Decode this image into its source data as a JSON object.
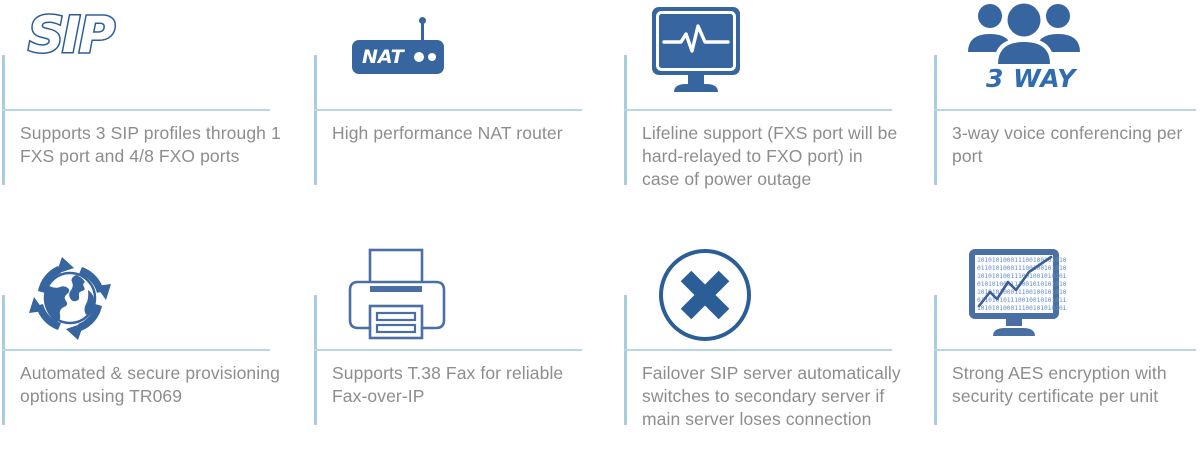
{
  "theme": {
    "icon_blue": "#36659f",
    "icon_blue_dark": "#2b5e96",
    "rule_blue": "#a9cddc",
    "text_gray": "#8d8d8d",
    "background": "#ffffff"
  },
  "features": [
    {
      "id": "sip-profiles",
      "icon": "sip-wordmark-icon",
      "icon_text": "SIP",
      "caption": "Supports 3 SIP profiles through 1 FXS port and 4/8 FXO ports"
    },
    {
      "id": "nat-router",
      "icon": "nat-router-icon",
      "icon_text": "NAT",
      "caption": "High performance NAT router"
    },
    {
      "id": "lifeline-support",
      "icon": "monitor-heartbeat-icon",
      "icon_text": "",
      "caption": "Lifeline support (FXS port will be hard-relayed to FXO port) in case of power outage"
    },
    {
      "id": "three-way-conferencing",
      "icon": "three-people-icon",
      "icon_text": "3 WAY",
      "caption": "3-way voice conferencing per port"
    },
    {
      "id": "auto-provisioning",
      "icon": "globe-refresh-icon",
      "icon_text": "",
      "caption": "Automated & secure provisioning options using TR069"
    },
    {
      "id": "t38-fax",
      "icon": "printer-fax-icon",
      "icon_text": "",
      "caption": "Supports T.38 Fax for reliable Fax-over-IP"
    },
    {
      "id": "failover-sip-server",
      "icon": "circle-x-icon",
      "icon_text": "",
      "caption": "Failover SIP server automatically switches to secondary server if main server loses connection"
    },
    {
      "id": "aes-encryption",
      "icon": "monitor-binary-chart-icon",
      "icon_text": "",
      "caption": "Strong AES encryption with security certificate per unit"
    }
  ]
}
